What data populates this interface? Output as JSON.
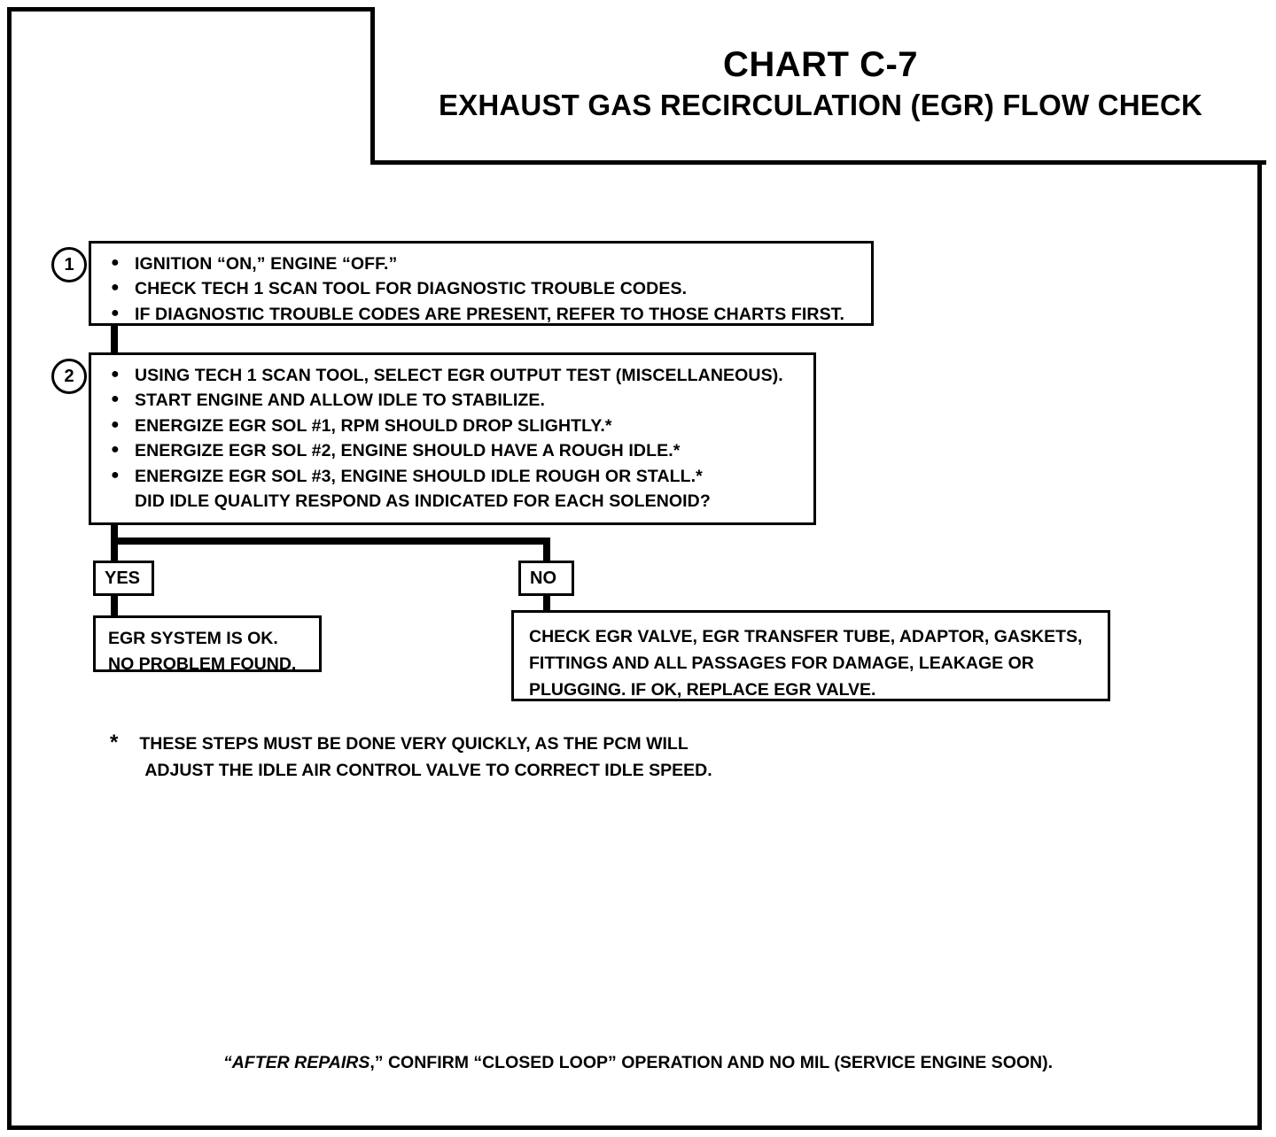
{
  "title_block": {
    "chart_number": "CHART C-7",
    "chart_title": "EXHAUST GAS RECIRCULATION (EGR) FLOW CHECK"
  },
  "steps": [
    {
      "number": "1",
      "bullets": [
        "IGNITION “ON,” ENGINE “OFF.”",
        "CHECK TECH 1 SCAN TOOL FOR DIAGNOSTIC TROUBLE CODES.",
        "IF DIAGNOSTIC TROUBLE CODES ARE PRESENT, REFER TO THOSE CHARTS FIRST."
      ]
    },
    {
      "number": "2",
      "bullets": [
        "USING TECH 1 SCAN TOOL, SELECT EGR OUTPUT TEST (MISCELLANEOUS).",
        "START ENGINE AND ALLOW IDLE TO STABILIZE.",
        "ENERGIZE EGR SOL #1, RPM SHOULD DROP SLIGHTLY.*",
        "ENERGIZE EGR SOL #2, ENGINE SHOULD HAVE A ROUGH IDLE.*",
        "ENERGIZE EGR SOL #3, ENGINE SHOULD IDLE ROUGH OR STALL.*"
      ],
      "continuation": "DID IDLE QUALITY RESPOND AS INDICATED FOR EACH SOLENOID?"
    }
  ],
  "branches": {
    "yes_label": "YES",
    "no_label": "NO"
  },
  "results": {
    "yes": {
      "line1": "EGR SYSTEM IS OK.",
      "line2": "NO PROBLEM FOUND."
    },
    "no": {
      "line1": "CHECK EGR VALVE, EGR TRANSFER TUBE, ADAPTOR, GASKETS,",
      "line2": "FITTINGS AND ALL PASSAGES FOR DAMAGE, LEAKAGE OR",
      "line3": "PLUGGING.  IF OK, REPLACE EGR VALVE."
    }
  },
  "footnote": {
    "marker": "*",
    "line1": "THESE STEPS MUST BE DONE  VERY QUICKLY, AS THE PCM WILL",
    "line2": "ADJUST THE IDLE AIR CONTROL VALVE TO CORRECT IDLE SPEED."
  },
  "bottom_note": {
    "italic_part": "“AFTER REPAIRS",
    "rest": ",” CONFIRM “CLOSED LOOP” OPERATION AND NO MIL (SERVICE ENGINE SOON)."
  },
  "colors": {
    "ink": "#000000",
    "paper": "#ffffff"
  },
  "bullet_glyph": "●"
}
